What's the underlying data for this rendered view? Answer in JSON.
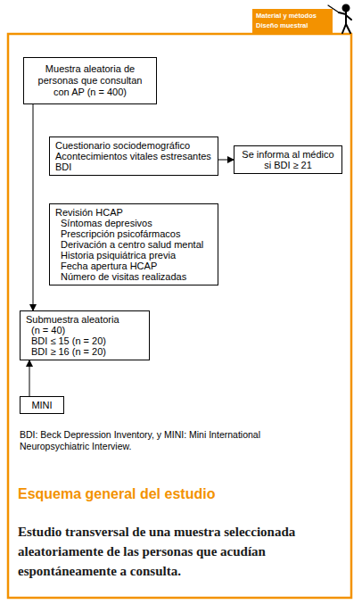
{
  "diagram": {
    "title": "Esquema general del estudio",
    "caption": "Estudio transversal de una muestra seleccionada aleatoriamente de las personas que acudían espontáneamente a consulta.",
    "nodes": [
      {
        "text": [
          "Muestra aleatoria de personas que consultan con AP (n = 400)"
        ]
      },
      {
        "text": [
          "Cuestionario sociodemográfico",
          "Acontecimientos vitales estresantes",
          "BDI"
        ]
      },
      {
        "text": [
          "Se informa al médico si BDI ≥ 21"
        ]
      },
      {
        "text": [
          "Revisión HCAP",
          "Síntomas depresivos",
          "Prescripción psicofármacos",
          "Derivación a centro salud mental",
          "Historia psiquiátrica previa",
          "Fecha apertura HCAP",
          "Número de visitas realizadas"
        ]
      },
      {
        "text": [
          "Submuestra aleatoria",
          "(n = 40)",
          "BDI ≤ 15 (n = 20)",
          "BDI ≥ 16 (n = 20)"
        ]
      },
      {
        "text": [
          "MINI"
        ]
      }
    ],
    "edges": [
      {
        "from": 0,
        "to": 4,
        "arrow": "to"
      },
      {
        "from": 1,
        "to": 2,
        "arrow": "to"
      },
      {
        "from": 5,
        "to": 4,
        "arrow": "to"
      }
    ],
    "labels": [
      "Material y métodos",
      "Diseño muestral",
      "BDI: Beck Depression Inventory, y MINI: Mini International Neuropsychiatric Interview."
    ]
  }
}
